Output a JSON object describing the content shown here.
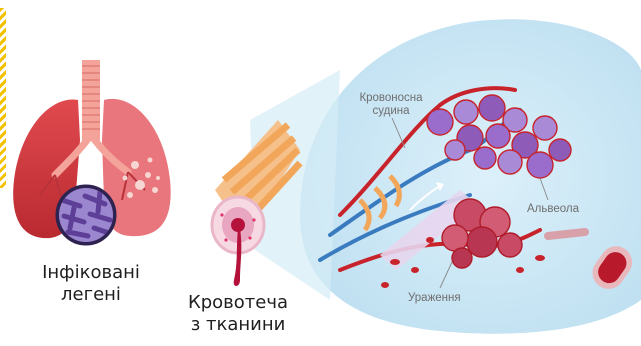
{
  "labels": {
    "infected_lungs": [
      "Інфіковані",
      "легені"
    ],
    "tissue_bleeding": [
      "Кровотеча",
      "з тканини"
    ],
    "blood_vessel": [
      "Кровоносна",
      "судина"
    ],
    "alveolus": "Альвеола",
    "lesion": "Ураження"
  },
  "colors": {
    "lung_red": "#d83a3e",
    "lung_light": "#e8707a",
    "trachea_pink": "#f3a39a",
    "bacteria_purple": "#7d5aa6",
    "background_bubble": "#cfe8f4",
    "vessel_blue": "#3a7bc0",
    "vessel_red": "#c8232b",
    "alveoli_violet": "#8e5bb8",
    "airway_orange": "#f2a65a",
    "stripe_yellow": "#f2c200"
  }
}
